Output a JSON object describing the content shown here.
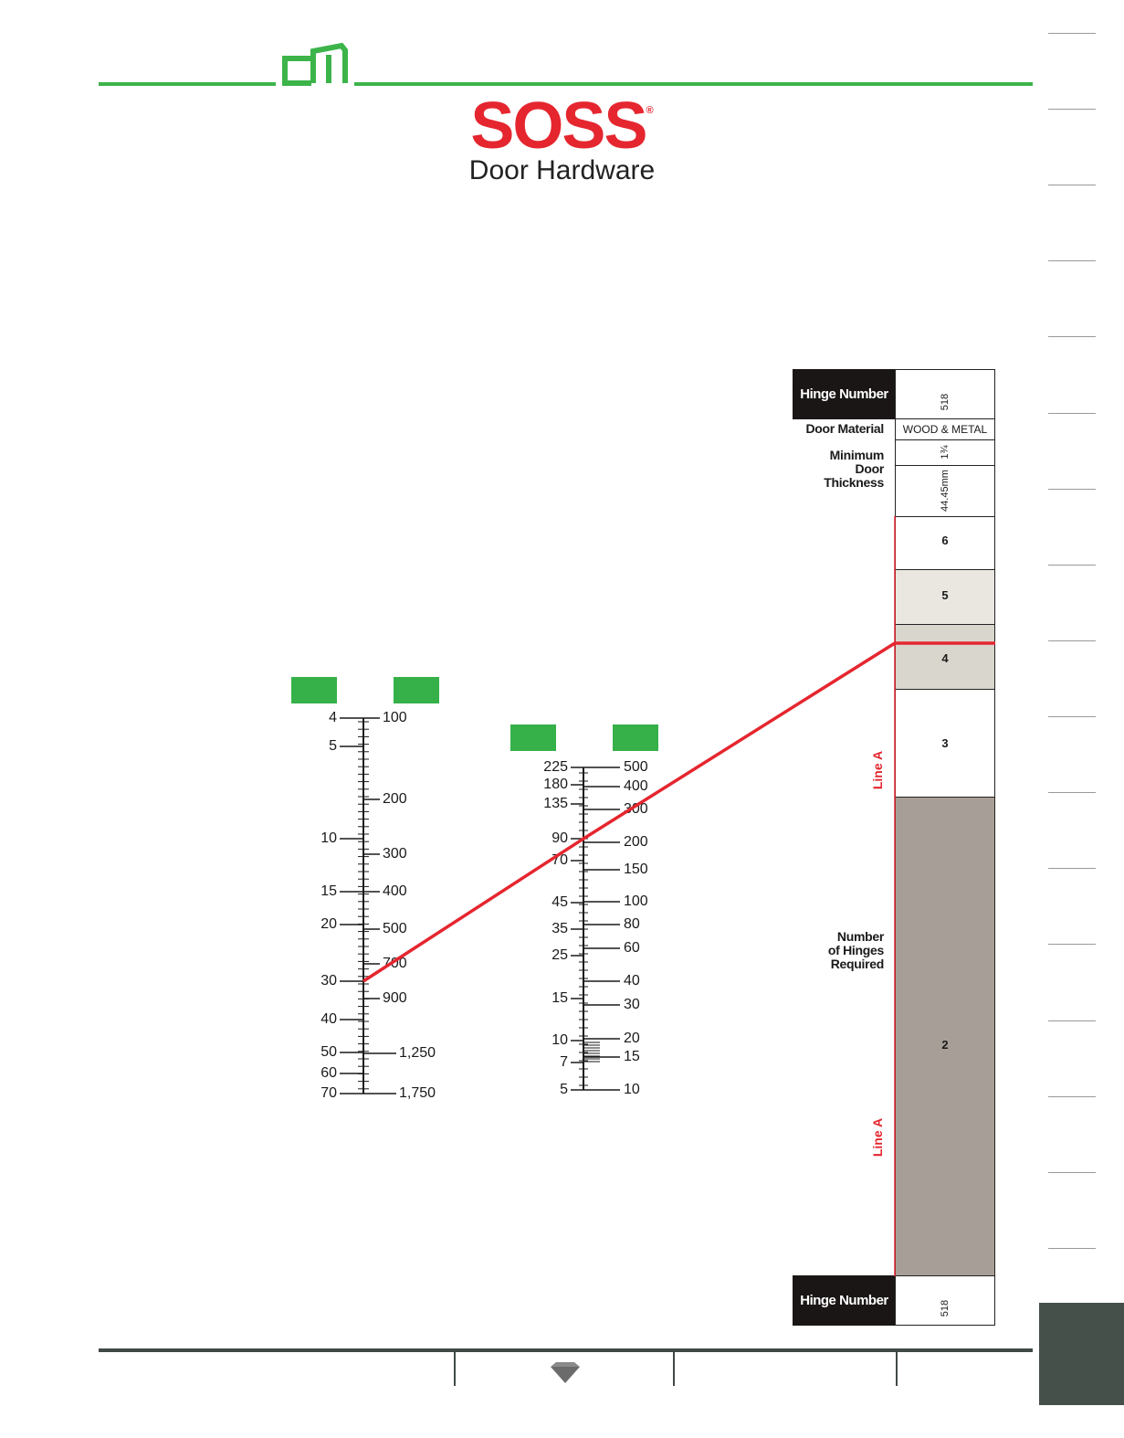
{
  "brand": {
    "name": "SOSS",
    "registered": "®",
    "subtitle": "Door Hardware",
    "logo_icon": "cm-logo-icon"
  },
  "colors": {
    "green": "#3cb44a",
    "red": "#e5262f",
    "dark": "#1b1616",
    "band_gray_light": "#e9e7e0",
    "band_gray_mid": "#d9d6cd",
    "band_gray_dark": "#a79f97"
  },
  "chart_data": {
    "type": "table",
    "scales": [
      {
        "name": "",
        "left_labels": [
          "4",
          "5",
          "10",
          "15",
          "20",
          "30",
          "40",
          "50",
          "60",
          "70"
        ],
        "right_labels": [
          "100",
          "200",
          "300",
          "400",
          "500",
          "700",
          "900",
          "1,250",
          "1,750"
        ]
      },
      {
        "name": "",
        "left_labels": [
          "225",
          "180",
          "135",
          "90",
          "70",
          "45",
          "35",
          "25",
          "15",
          "10",
          "7",
          "5"
        ],
        "right_labels": [
          "500",
          "400",
          "300",
          "200",
          "150",
          "100",
          "80",
          "60",
          "40",
          "30",
          "20",
          "15",
          "10"
        ]
      }
    ],
    "table": {
      "hinge_number_label": "Hinge Number",
      "hinge_number": "518",
      "door_material_label": "Door Material",
      "door_material": "WOOD & METAL",
      "min_thickness_label_lines": [
        "Minimum",
        "Door",
        "Thickness"
      ],
      "min_thickness_in": "1¾",
      "min_thickness_mm": "44.45mm",
      "hinges_required_label_lines": [
        "Number",
        "of Hinges",
        "Required"
      ],
      "bands": [
        "6",
        "5",
        "4",
        "3",
        "2"
      ],
      "line_label": "Line A"
    },
    "line": {
      "color": "#e5262f",
      "from": {
        "scale": 1,
        "left_value": 30
      },
      "through": {
        "scale": 2,
        "left_value": 90
      },
      "to": {
        "band": "4"
      }
    }
  },
  "footer": {
    "icon": "diamond-icon"
  }
}
